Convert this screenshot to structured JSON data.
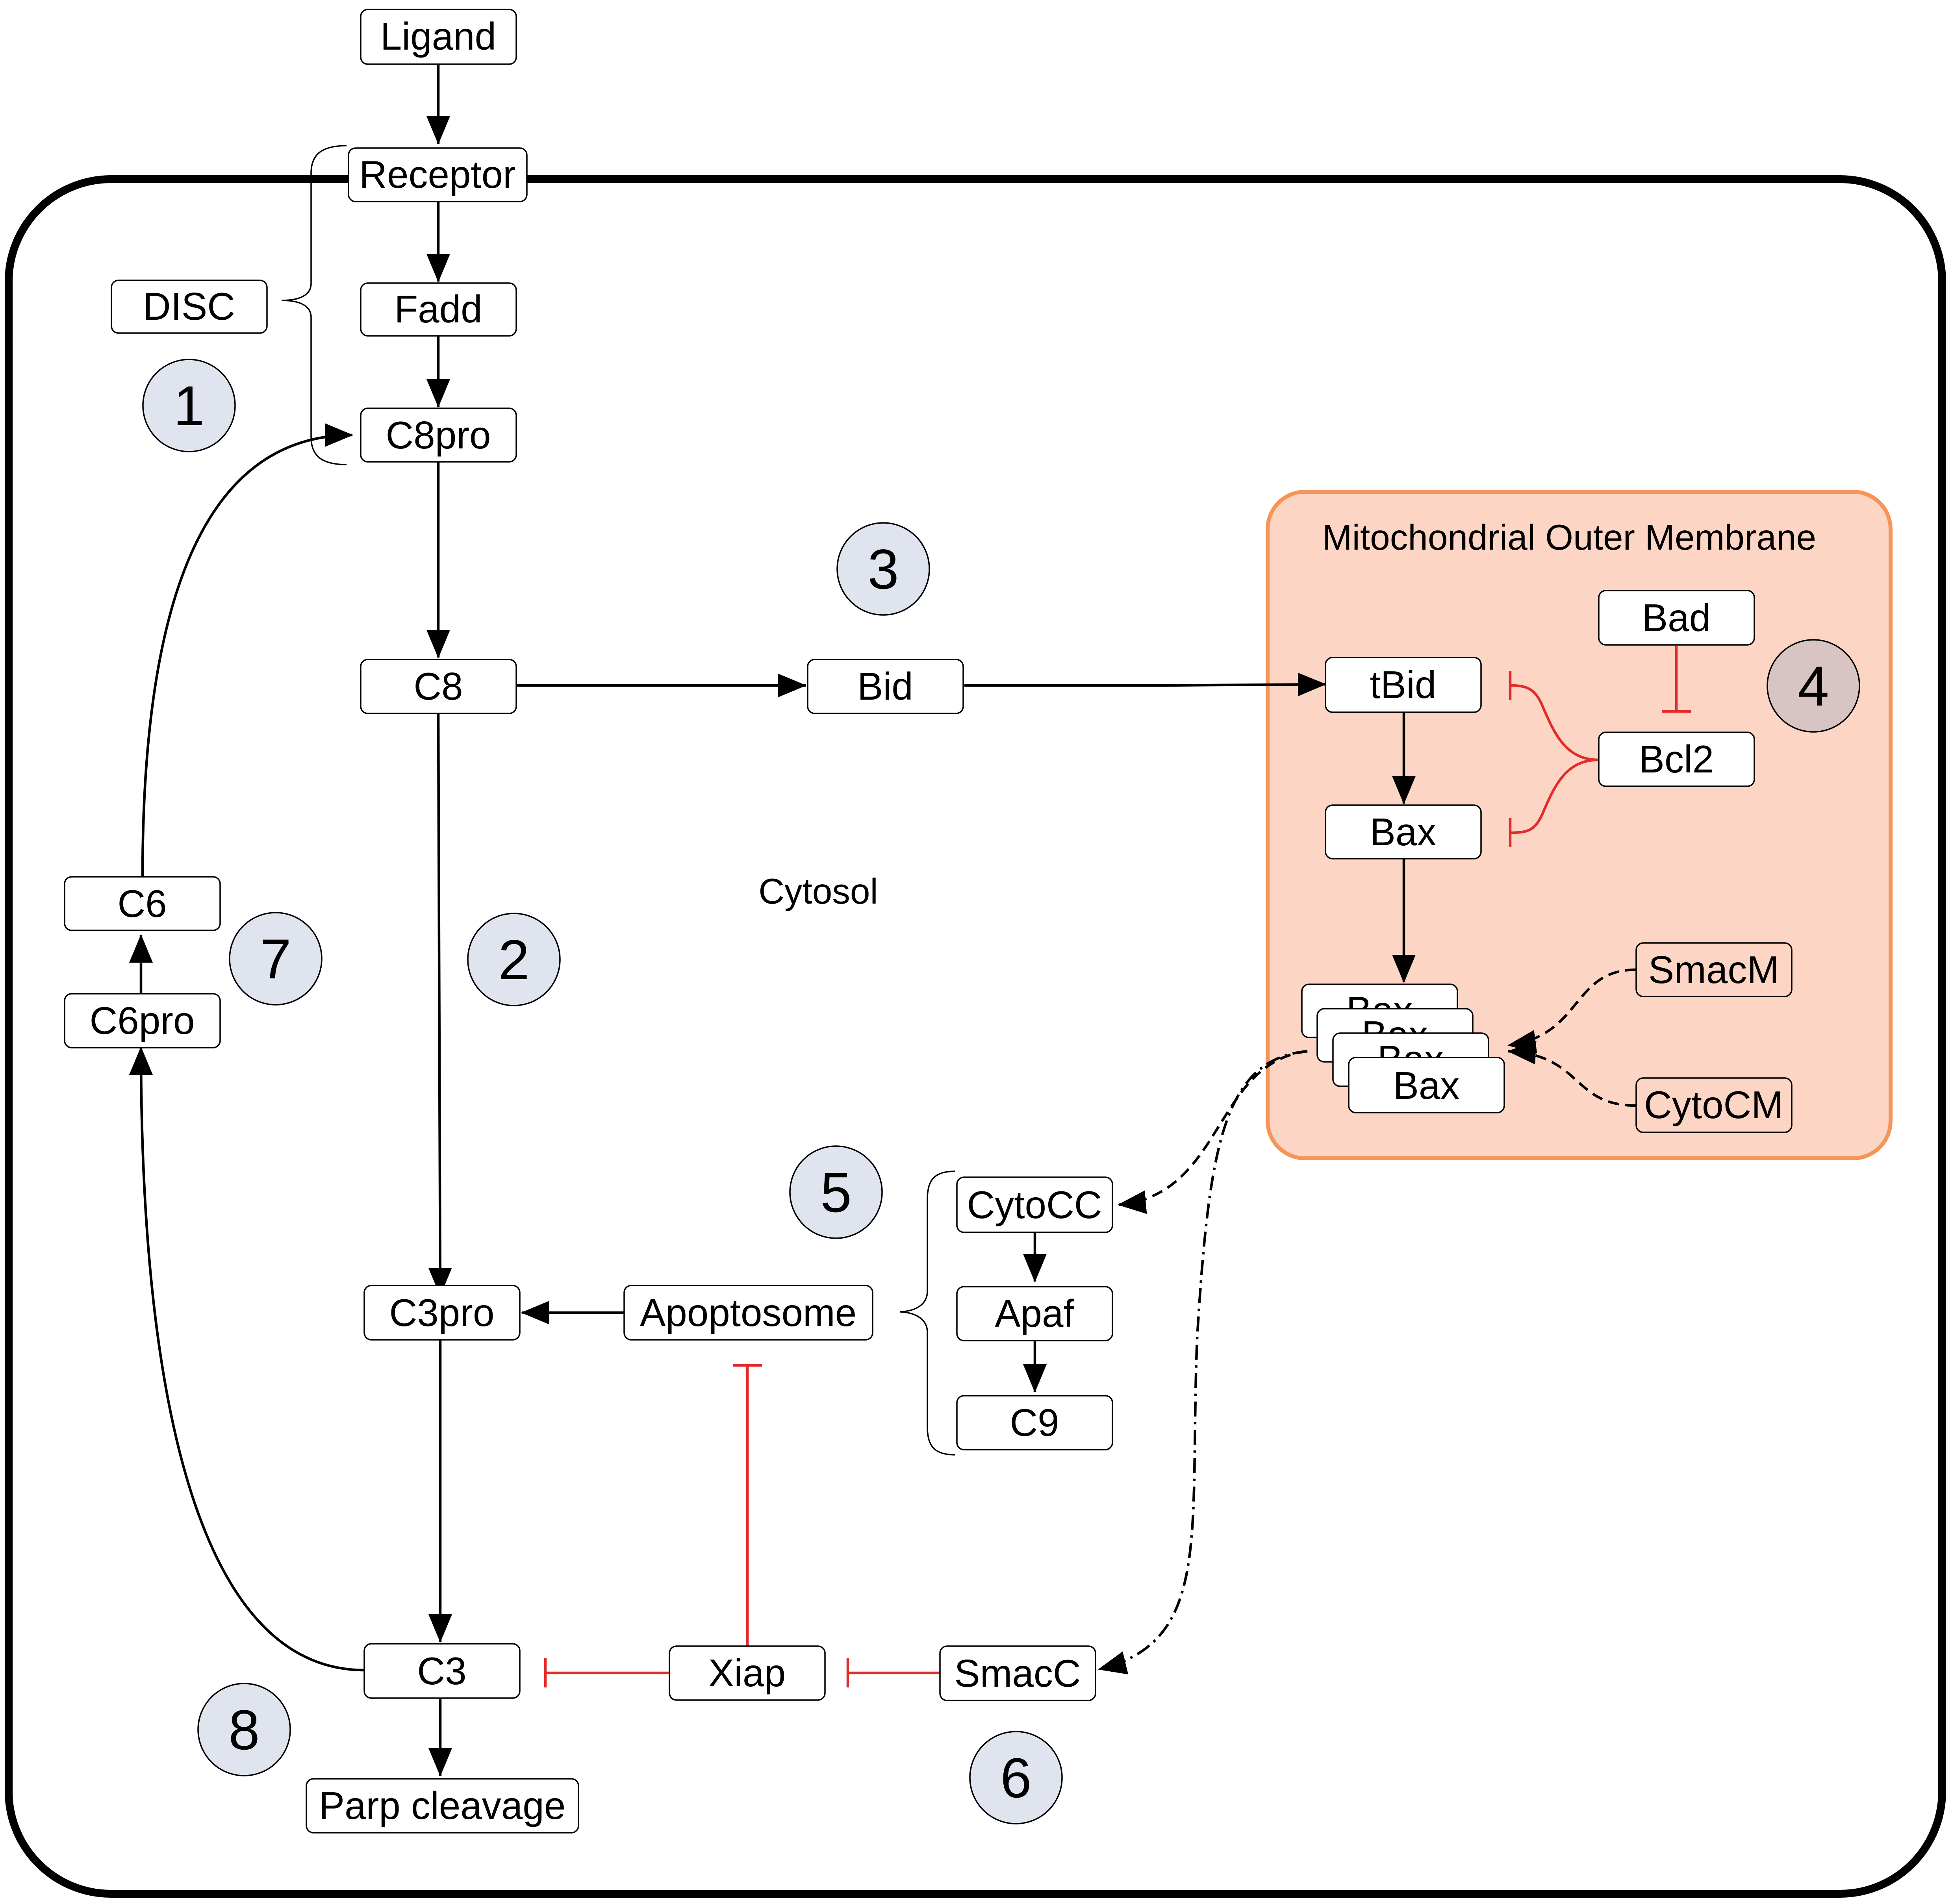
{
  "regions": {
    "cytosol": "Cytosol",
    "mito": "Mitochondrial Outer Membrane"
  },
  "nodes": {
    "ligand": "Ligand",
    "receptor": "Receptor",
    "disc": "DISC",
    "fadd": "Fadd",
    "c8pro": "C8pro",
    "c8": "C8",
    "bid": "Bid",
    "tbid": "tBid",
    "bad": "Bad",
    "bcl2": "Bcl2",
    "bax": "Bax",
    "bax_stack": [
      "Bax",
      "Bax",
      "Bax",
      "Bax"
    ],
    "smacm": "SmacM",
    "cytocm": "CytoCM",
    "c6": "C6",
    "c6pro": "C6pro",
    "cytocc": "CytoCC",
    "apaf": "Apaf",
    "c9": "C9",
    "apoptosome": "Apoptosome",
    "c3pro": "C3pro",
    "c3": "C3",
    "xiap": "Xiap",
    "smacc": "SmacC",
    "parp": "Parp cleavage"
  },
  "badges": [
    "1",
    "2",
    "3",
    "4",
    "5",
    "6",
    "7",
    "8"
  ],
  "colors": {
    "activation": "#000000",
    "inhibition": "#e32b2b",
    "mito_fill": "#fcd5c4",
    "mito_border": "#f5955a",
    "badge_fill": "#dfe4ee",
    "badge4_fill": "#d8c5c3"
  }
}
